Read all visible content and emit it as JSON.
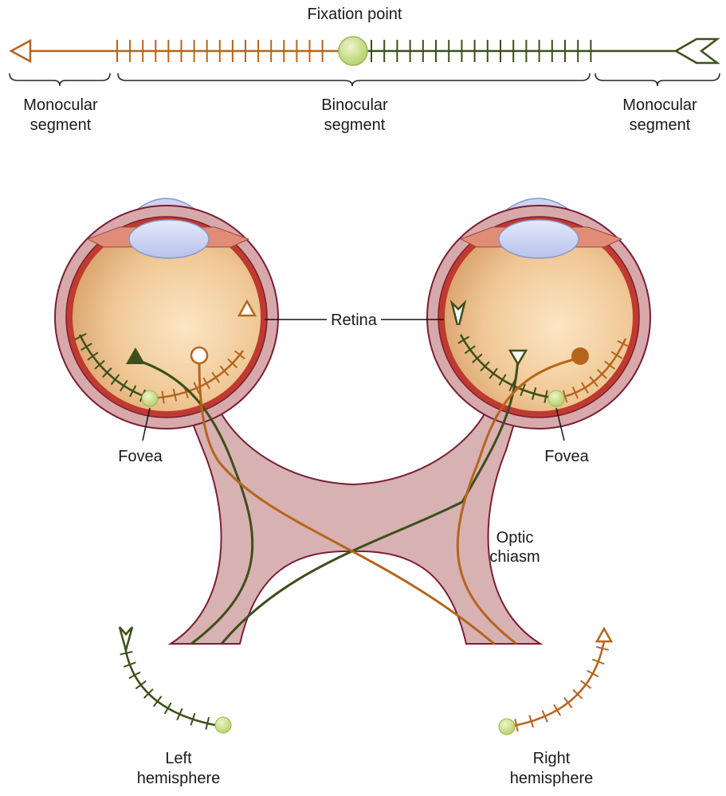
{
  "labels": {
    "fixation_point": "Fixation point",
    "monocular_left": [
      "Monocular",
      "segment"
    ],
    "binocular": [
      "Binocular",
      "segment"
    ],
    "monocular_right": [
      "Monocular",
      "segment"
    ],
    "retina": "Retina",
    "fovea_left": "Fovea",
    "fovea_right": "Fovea",
    "optic_chiasm": [
      "Optic",
      "chiasm"
    ],
    "left_hemisphere": [
      "Left",
      "hemisphere"
    ],
    "right_hemisphere": [
      "Right",
      "hemisphere"
    ]
  },
  "colors": {
    "left_field": "#b5651d",
    "right_field": "#3d4f1a",
    "fovea": "#c6dc82",
    "eyeball": "#d9a97a",
    "sclera": "#d6a5a8",
    "retina": "#c0392b",
    "nerve": "#d7aeb0",
    "outline": "#7a1f35",
    "lens": "#c3cdef"
  }
}
